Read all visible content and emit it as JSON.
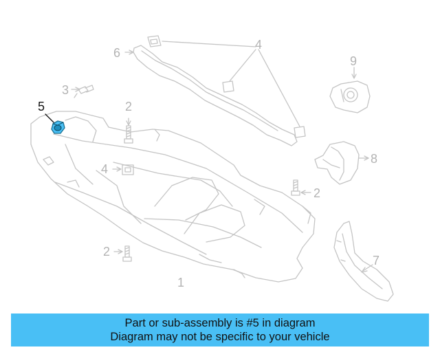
{
  "callouts": {
    "c1": "1",
    "c2a": "2",
    "c2b": "2",
    "c2c": "2",
    "c3": "3",
    "c4a": "4",
    "c4b": "4",
    "c5": "5",
    "c6": "6",
    "c7": "7",
    "c8": "8",
    "c9": "9"
  },
  "highlight_color": "#49bff5",
  "banner": {
    "line1": "Part or sub-assembly is #5 in diagram",
    "line2": "Diagram may not be specific to your vehicle"
  }
}
